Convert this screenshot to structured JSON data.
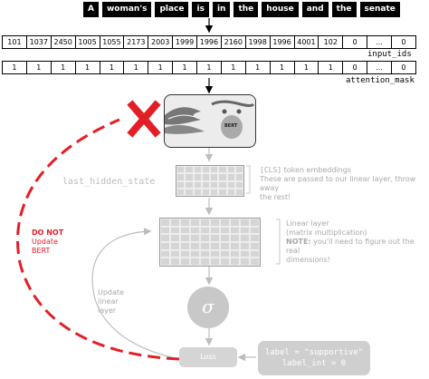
{
  "tokens": [
    "A",
    "woman's",
    "place",
    "is",
    "in",
    "the",
    "house",
    "and",
    "the",
    "senate"
  ],
  "input_ids": {
    "label": "input_ids",
    "values": [
      "101",
      "1037",
      "2450",
      "1005",
      "1055",
      "2173",
      "2003",
      "1999",
      "1996",
      "2160",
      "1998",
      "1996",
      "4001",
      "102",
      "0",
      "...",
      "0"
    ]
  },
  "attention_mask": {
    "label": "attention_mask",
    "values": [
      "1",
      "1",
      "1",
      "1",
      "1",
      "1",
      "1",
      "1",
      "1",
      "1",
      "1",
      "1",
      "1",
      "1",
      "0",
      "...",
      "0"
    ]
  },
  "bert": {
    "label": "BERT"
  },
  "last_hidden_state": {
    "label": "last_hidden_state",
    "note_code": "[CLS]",
    "note_rest": " token embeddings",
    "note_lines": [
      "These are passed to our linear layer, throw away",
      "the rest!"
    ]
  },
  "linear_layer": {
    "lines": [
      "Linear layer",
      "(matrix multiplication)"
    ],
    "note_bold": "NOTE:",
    "note_rest": " you'll need to figure out the real",
    "note_last": "dimensions!"
  },
  "sigma": "σ",
  "update_linear": [
    "Update",
    "linear",
    "layer"
  ],
  "do_not": [
    "DO NOT",
    "Update",
    "BERT"
  ],
  "loss": "Loss",
  "label_box": [
    "label = \"supportive\"",
    "label_int = 0"
  ],
  "colors": {
    "red": "#e41e26",
    "gray": "#c8c8c8",
    "dark": "#333333"
  }
}
